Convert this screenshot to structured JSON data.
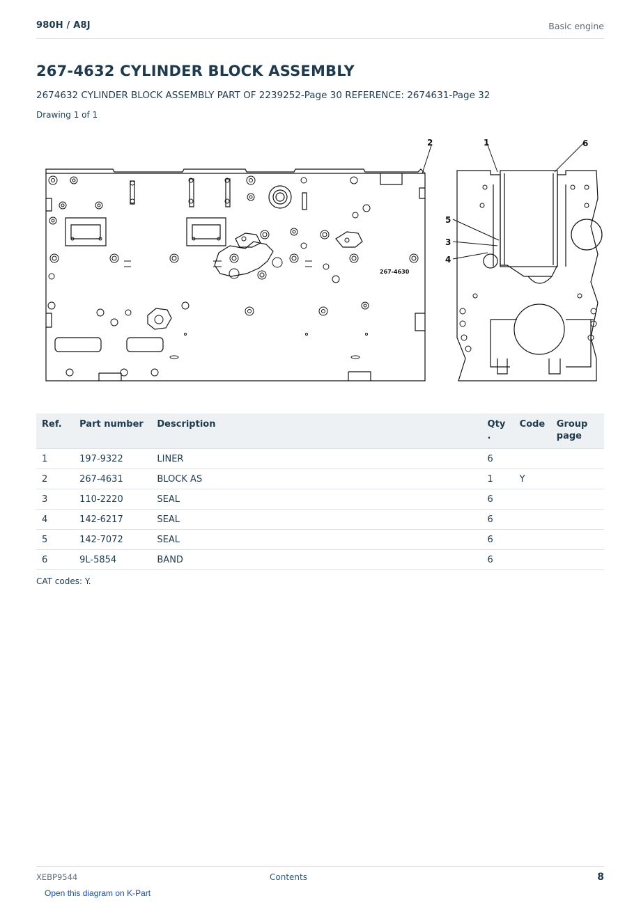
{
  "header": {
    "model": "980H  /  A8J",
    "section": "Basic engine"
  },
  "title": "267-4632 CYLINDER BLOCK ASSEMBLY",
  "subtitle": "2674632 CYLINDER BLOCK ASSEMBLY PART OF 2239252-Page 30 REFERENCE: 2674631-Page 32",
  "drawing_count": "Drawing 1 of 1",
  "diagram": {
    "block_label": "267-4630",
    "callouts": [
      "1",
      "2",
      "3",
      "4",
      "5",
      "6"
    ]
  },
  "table": {
    "headers": {
      "ref": "Ref.",
      "part": "Part number",
      "desc": "Description",
      "qty": "Qty\n.",
      "code": "Code",
      "group": "Group page"
    },
    "rows": [
      {
        "ref": "1",
        "part": "197-9322",
        "desc": "LINER",
        "qty": "6",
        "code": "",
        "group": ""
      },
      {
        "ref": "2",
        "part": "267-4631",
        "desc": "BLOCK AS",
        "qty": "1",
        "code": "Y",
        "group": ""
      },
      {
        "ref": "3",
        "part": "110-2220",
        "desc": "SEAL",
        "qty": "6",
        "code": "",
        "group": ""
      },
      {
        "ref": "4",
        "part": "142-6217",
        "desc": "SEAL",
        "qty": "6",
        "code": "",
        "group": ""
      },
      {
        "ref": "5",
        "part": "142-7072",
        "desc": "SEAL",
        "qty": "6",
        "code": "",
        "group": ""
      },
      {
        "ref": "6",
        "part": "9L-5854",
        "desc": "BAND",
        "qty": "6",
        "code": "",
        "group": ""
      }
    ]
  },
  "cat_codes": "CAT codes: Y.",
  "footer": {
    "doc_code": "XEBP9544",
    "contents_link": "Contents",
    "page_number": "8",
    "kpart_link": "Open this diagram on K-Part"
  }
}
